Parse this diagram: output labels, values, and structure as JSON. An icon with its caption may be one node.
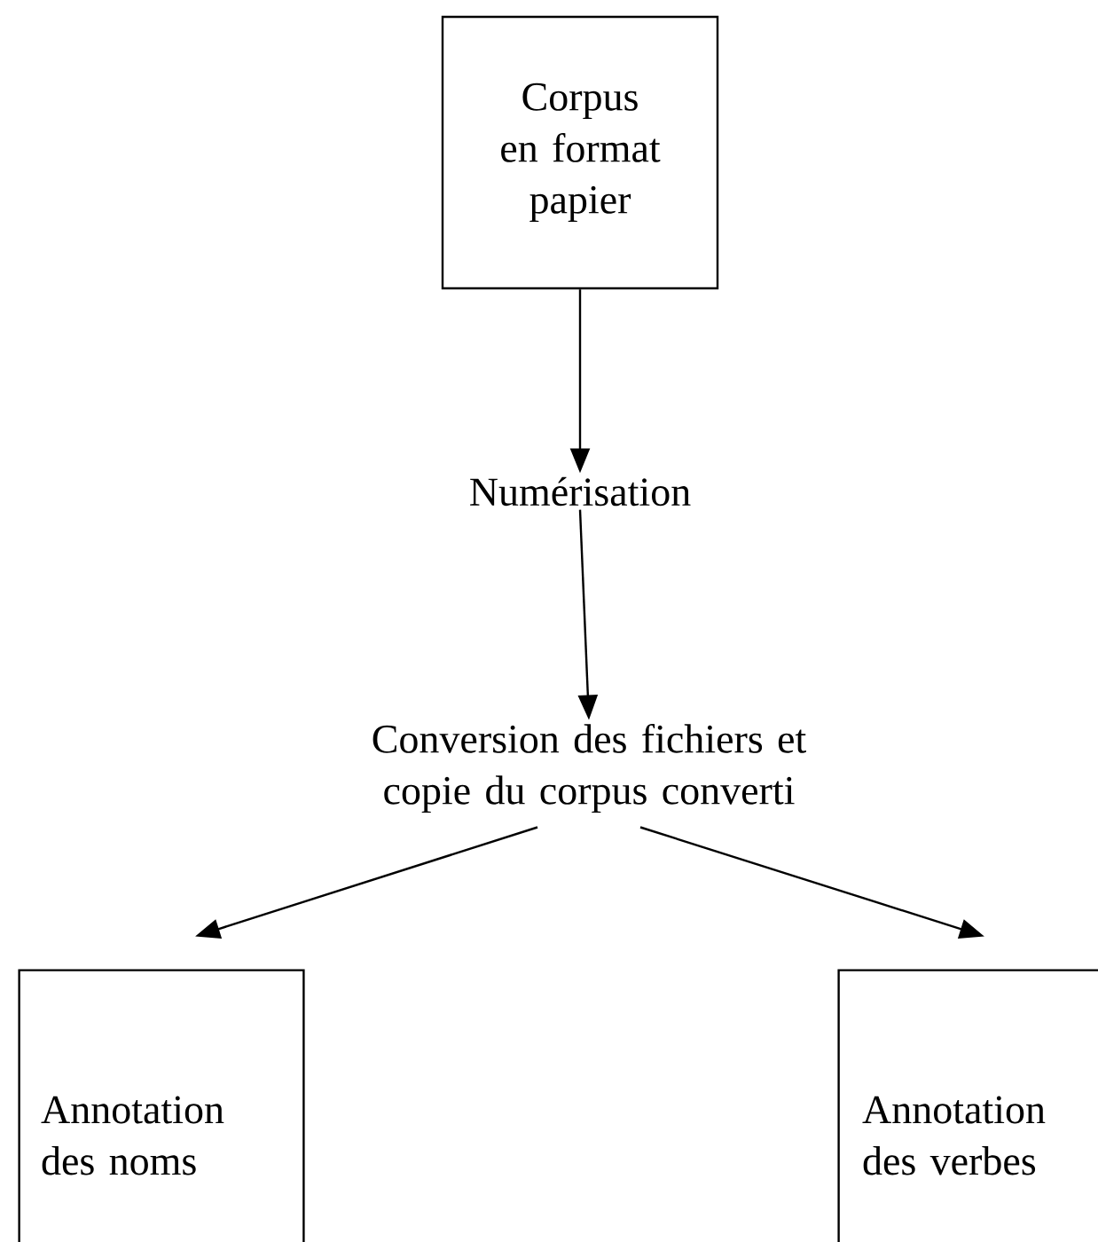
{
  "diagram": {
    "nodes": [
      {
        "text": [
          "Corpus en format papier"
        ]
      },
      {
        "text": [
          "Numérisation"
        ]
      },
      {
        "text": [
          "Conversion des fichiers et copie du corpus converti"
        ]
      },
      {
        "text": [
          "Annotation des noms"
        ]
      },
      {
        "text": [
          "Annotation des verbes"
        ]
      }
    ],
    "edges": [
      {
        "from": 0,
        "to": 1,
        "arrow": "to"
      },
      {
        "from": 1,
        "to": 2,
        "arrow": "to"
      },
      {
        "from": 2,
        "to": 3,
        "arrow": "to"
      },
      {
        "from": 2,
        "to": 4,
        "arrow": "to"
      }
    ]
  }
}
